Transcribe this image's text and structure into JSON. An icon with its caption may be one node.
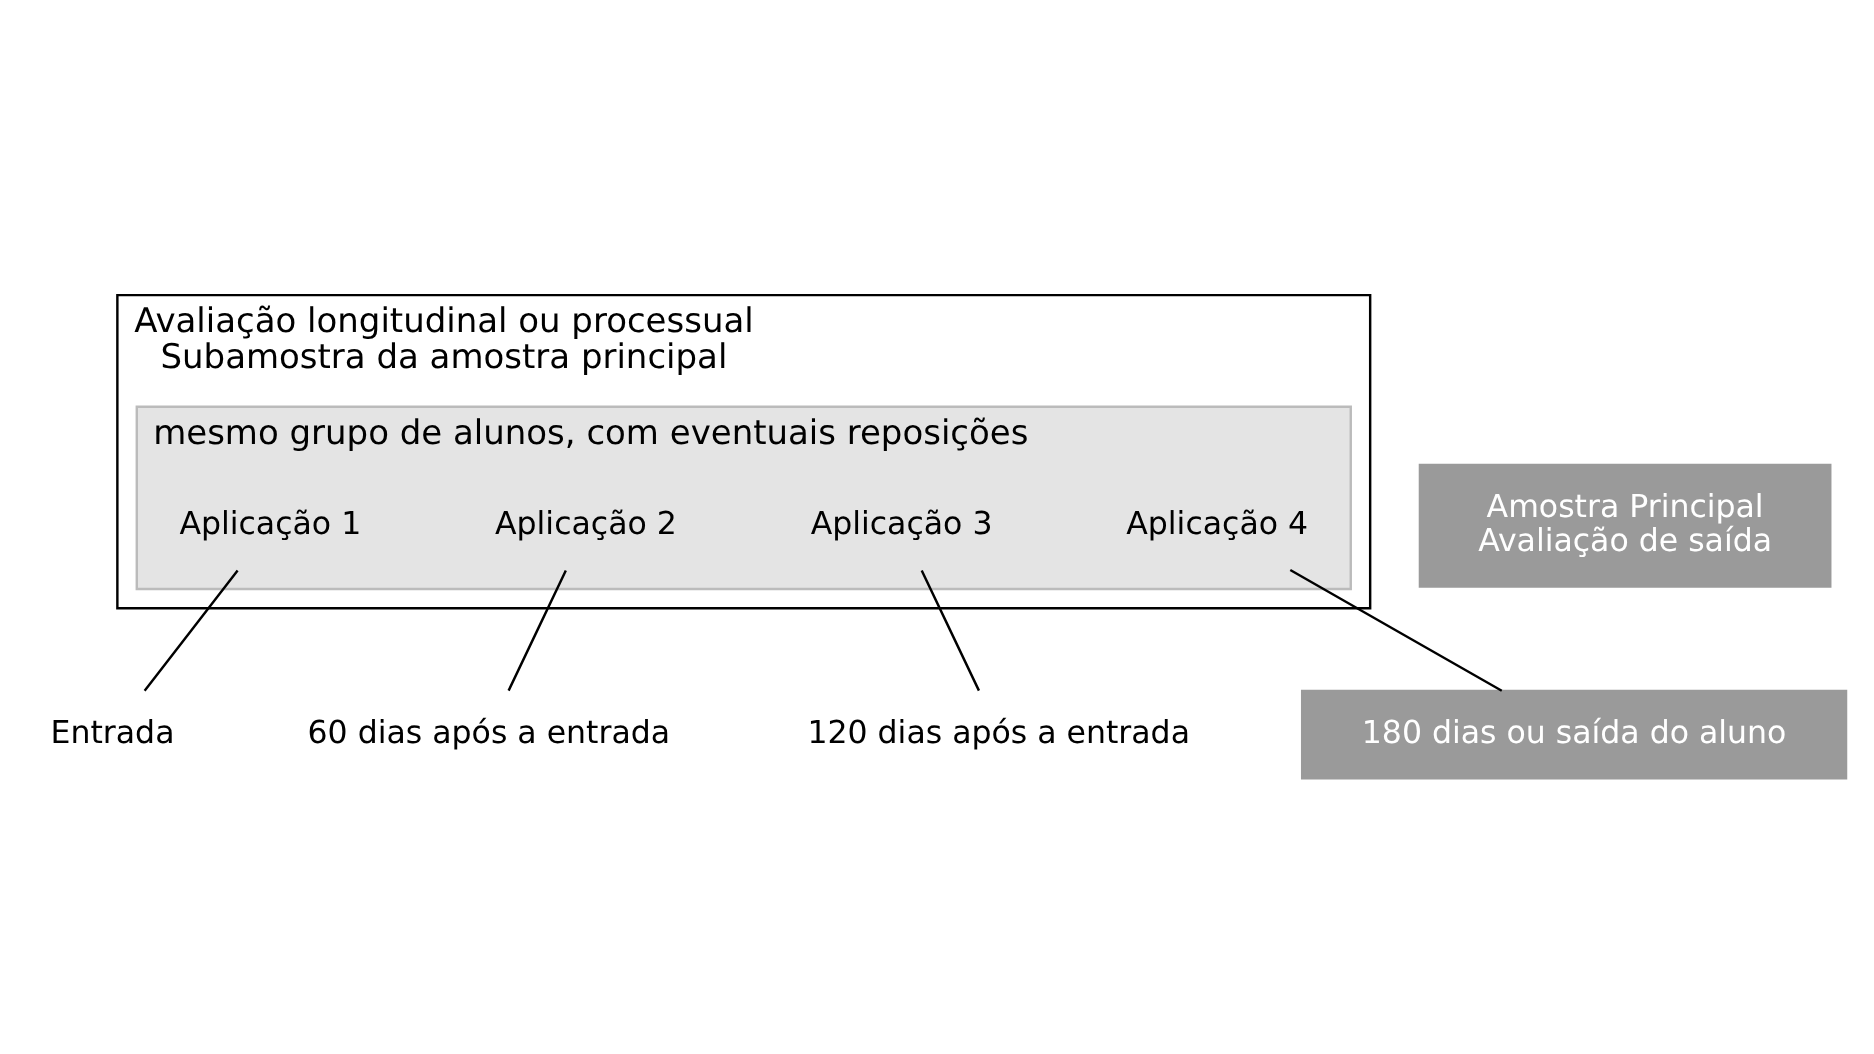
{
  "diagram": {
    "nodes": [
      {
        "text": [
          "Avaliação longitudinal ou processual",
          "Subamostra da amostra principal"
        ]
      },
      {
        "text": [
          "mesmo grupo de alunos, com eventuais reposições"
        ],
        "in": 0
      },
      {
        "text": [
          "Aplicação 1"
        ],
        "in": 1
      },
      {
        "text": [
          "Aplicação 2"
        ],
        "in": 1
      },
      {
        "text": [
          "Aplicação 3"
        ],
        "in": 1
      },
      {
        "text": [
          "Aplicação 4"
        ],
        "in": 1
      },
      {
        "text": [
          "Amostra Principal",
          "Avaliação de saída"
        ]
      },
      {
        "text": [
          "Entrada"
        ]
      },
      {
        "text": [
          "60 dias após a entrada"
        ]
      },
      {
        "text": [
          "120 dias após a entrada"
        ]
      },
      {
        "text": [
          "180 dias ou saída do aluno"
        ]
      }
    ],
    "edges": [
      {
        "from": 2,
        "to": 7,
        "arrow": "none"
      },
      {
        "from": 3,
        "to": 8,
        "arrow": "none"
      },
      {
        "from": 4,
        "to": 9,
        "arrow": "none"
      },
      {
        "from": 5,
        "to": 10,
        "arrow": "none"
      }
    ]
  }
}
